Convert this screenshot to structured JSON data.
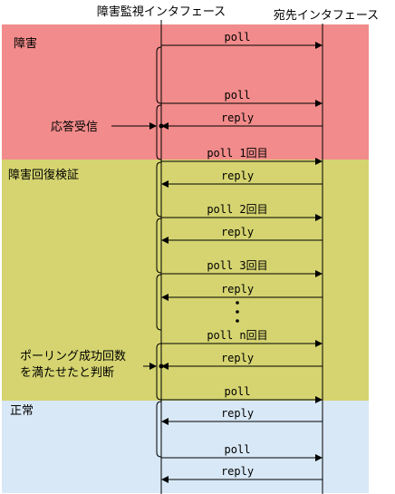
{
  "header": {
    "monitor_interface": "障害監視インタフェース",
    "destination_interface": "宛先インタフェース"
  },
  "zones": {
    "fault": "障害",
    "recovery": "障害回復検証",
    "normal": "正常"
  },
  "colors": {
    "fault": "#f28b8b",
    "recovery": "#d5d470",
    "normal": "#d8e8f6"
  },
  "annotations": {
    "response_received": "応答受信",
    "poll_count_line1": "ポーリング成功回数",
    "poll_count_line2": "を満たせたと判断"
  },
  "messages": [
    {
      "label": "poll",
      "direction": "to-destination"
    },
    {
      "label": "poll",
      "direction": "to-destination"
    },
    {
      "label": "reply",
      "direction": "to-monitor"
    },
    {
      "label": "poll  1回目",
      "direction": "to-destination"
    },
    {
      "label": "reply",
      "direction": "to-monitor"
    },
    {
      "label": "poll  2回目",
      "direction": "to-destination"
    },
    {
      "label": "reply",
      "direction": "to-monitor"
    },
    {
      "label": "poll  3回目",
      "direction": "to-destination"
    },
    {
      "label": "reply",
      "direction": "to-monitor"
    },
    {
      "label": "poll  n回目",
      "direction": "to-destination"
    },
    {
      "label": "reply",
      "direction": "to-monitor"
    },
    {
      "label": "poll",
      "direction": "to-destination"
    },
    {
      "label": "reply",
      "direction": "to-monitor"
    },
    {
      "label": "poll",
      "direction": "to-destination"
    },
    {
      "label": "reply",
      "direction": "to-monitor"
    }
  ]
}
